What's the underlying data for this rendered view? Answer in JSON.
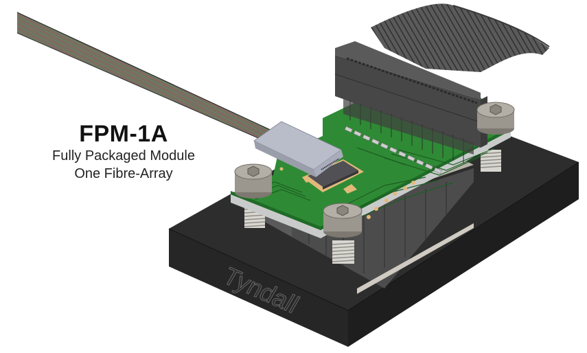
{
  "caption": {
    "title": "FPM-1A",
    "line1": "Fully Packaged Module",
    "line2": "One Fibre-Array"
  },
  "render": {
    "base_engraving": "Tyndall",
    "colors": {
      "background": "#ffffff",
      "base_block": "#2b2b2b",
      "pcb": "#2f8a35",
      "pads": "#e2b97a",
      "connector": "#4a4a4a",
      "ribbon_cable": "#555555",
      "fibre_ferrule": "#b9bcc9",
      "screws": "#9b968e",
      "chip": "#555558"
    }
  }
}
